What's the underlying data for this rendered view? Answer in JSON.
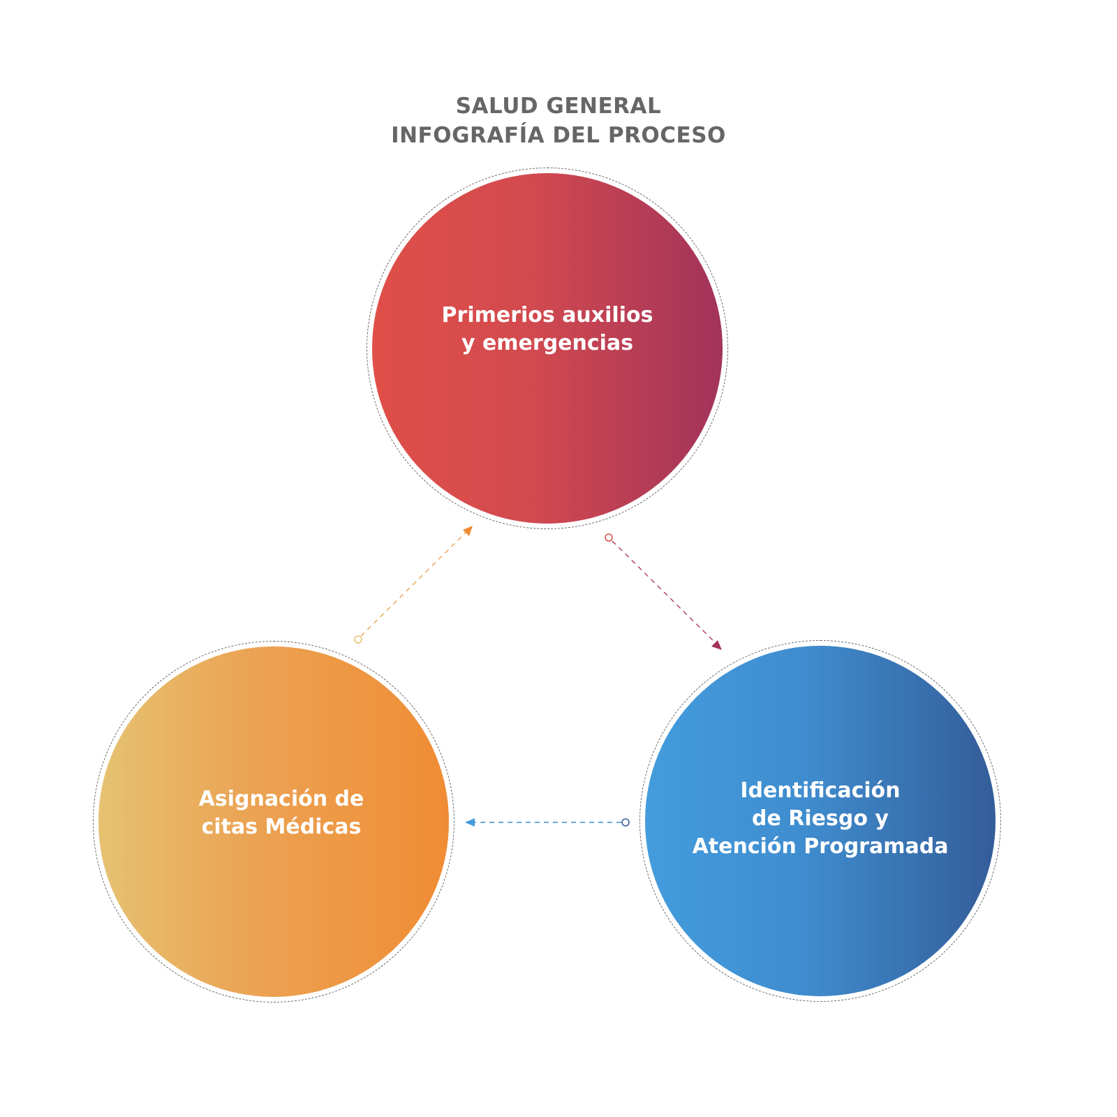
{
  "header": {
    "line1": "SALUD GENERAL",
    "line2": "INFOGRAFÍA DEL PROCESO"
  },
  "nodes": {
    "top": {
      "lines": [
        "Primerios auxilios",
        "y emergencias"
      ],
      "colors": [
        "#e04f48",
        "#a2335a"
      ]
    },
    "left": {
      "lines": [
        "Asignación de",
        "citas Médicas"
      ],
      "colors": [
        "#e5c272",
        "#f08c34"
      ]
    },
    "right": {
      "lines": [
        "Identificación",
        "de Riesgo y",
        "Atención Programada"
      ],
      "colors": [
        "#449cdd",
        "#345d99"
      ]
    }
  },
  "connectors": [
    {
      "from": "top",
      "to": "right",
      "color": "#b03a55",
      "start_marker": "open-circle",
      "end_marker": "arrowhead"
    },
    {
      "from": "right",
      "to": "left",
      "color": "#3f8dcf",
      "start_marker": "open-circle",
      "end_marker": "arrowhead"
    },
    {
      "from": "left",
      "to": "top",
      "color": "#eba252",
      "start_marker": "open-circle",
      "end_marker": "arrowhead"
    }
  ],
  "colors": {
    "title": "#666666",
    "ring": "#666666",
    "label": "#ffffff"
  }
}
